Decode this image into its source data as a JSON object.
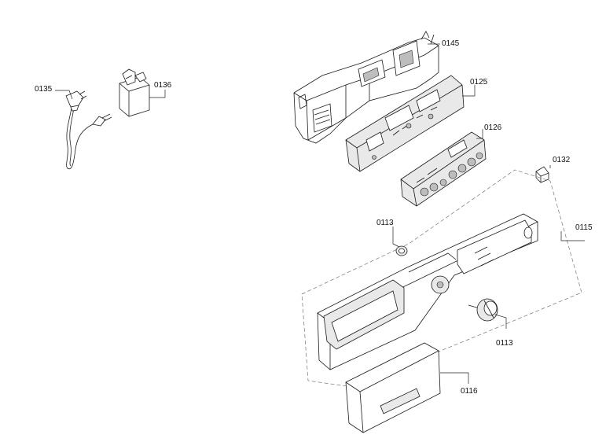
{
  "parts": {
    "p0135": "0135",
    "p0136": "0136",
    "p0145": "0145",
    "p0125": "0125",
    "p0126": "0126",
    "p0132": "0132",
    "p0115": "0115",
    "p0113a": "0113",
    "p0113b": "0113",
    "p0116": "0116"
  },
  "colors": {
    "line": "#1a1a1a",
    "dashed_outline": "#777777",
    "background": "#ffffff"
  }
}
